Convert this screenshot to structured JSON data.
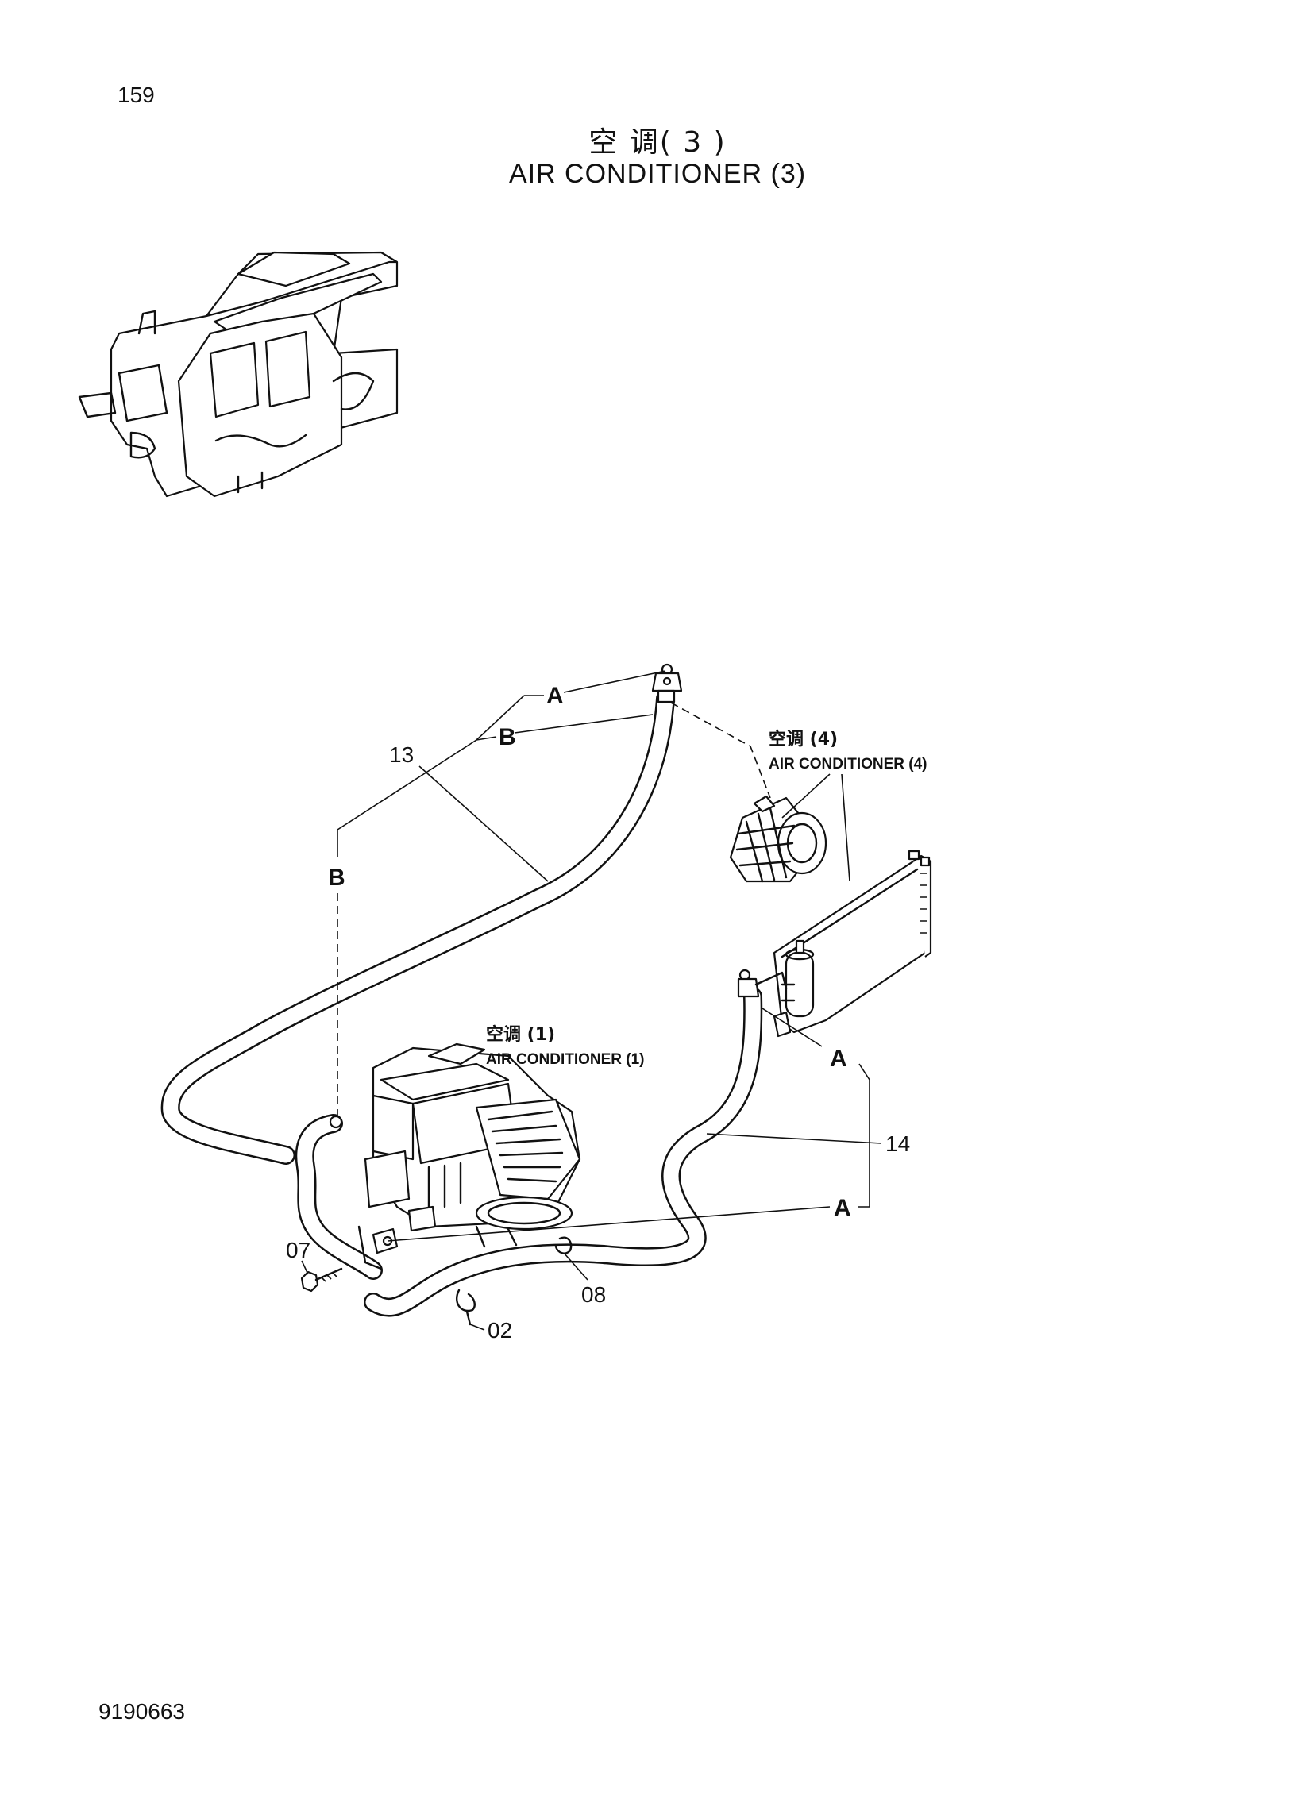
{
  "page_number": "159",
  "title_cn": "空 调( 3 )",
  "title_en": "AIR CONDITIONER (3)",
  "document_number": "9190663",
  "part_callouts": {
    "p13": "13",
    "p14": "14",
    "p02": "02",
    "p07": "07",
    "p08": "08"
  },
  "connection_letters": {
    "a_top": "A",
    "b_top": "B",
    "b_left": "B",
    "a_right": "A",
    "a_bottom": "A"
  },
  "sub_assemblies": {
    "ac4_cn": "空调 (4)",
    "ac4_en": "AIR CONDITIONER (4)",
    "ac1_cn": "空调 (1)",
    "ac1_en": "AIR CONDITIONER (1)"
  }
}
